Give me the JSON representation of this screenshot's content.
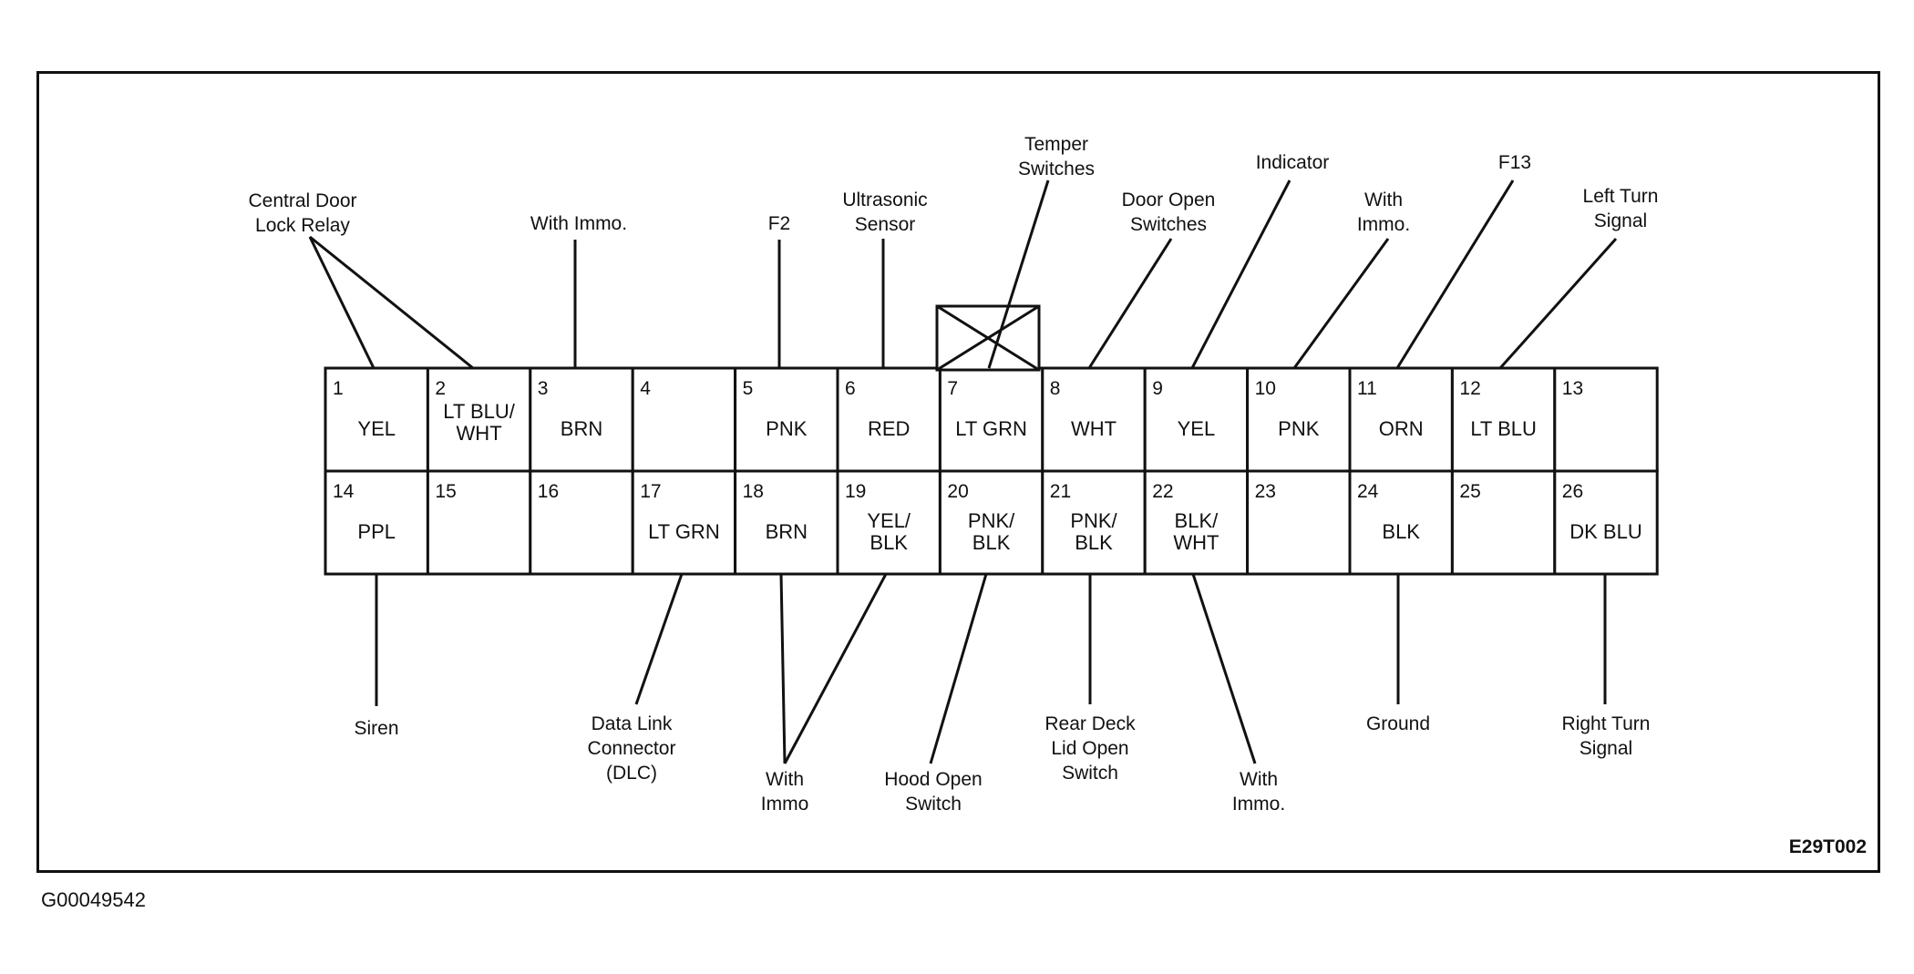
{
  "figure_code": "E29T002",
  "image_id": "G00049542",
  "pins": [
    {
      "num": "1",
      "wire": [
        "YEL"
      ]
    },
    {
      "num": "2",
      "wire": [
        "LT BLU/",
        "WHT"
      ]
    },
    {
      "num": "3",
      "wire": [
        "BRN"
      ]
    },
    {
      "num": "4",
      "wire": []
    },
    {
      "num": "5",
      "wire": [
        "PNK"
      ]
    },
    {
      "num": "6",
      "wire": [
        "RED"
      ]
    },
    {
      "num": "7",
      "wire": [
        "LT GRN"
      ]
    },
    {
      "num": "8",
      "wire": [
        "WHT"
      ]
    },
    {
      "num": "9",
      "wire": [
        "YEL"
      ]
    },
    {
      "num": "10",
      "wire": [
        "PNK"
      ]
    },
    {
      "num": "11",
      "wire": [
        "ORN"
      ]
    },
    {
      "num": "12",
      "wire": [
        "LT BLU"
      ]
    },
    {
      "num": "13",
      "wire": []
    },
    {
      "num": "14",
      "wire": [
        "PPL"
      ]
    },
    {
      "num": "15",
      "wire": []
    },
    {
      "num": "16",
      "wire": []
    },
    {
      "num": "17",
      "wire": [
        "LT GRN"
      ]
    },
    {
      "num": "18",
      "wire": [
        "BRN"
      ]
    },
    {
      "num": "19",
      "wire": [
        "YEL/",
        "BLK"
      ]
    },
    {
      "num": "20",
      "wire": [
        "PNK/",
        "BLK"
      ]
    },
    {
      "num": "21",
      "wire": [
        "PNK/",
        "BLK"
      ]
    },
    {
      "num": "22",
      "wire": [
        "BLK/",
        "WHT"
      ]
    },
    {
      "num": "23",
      "wire": []
    },
    {
      "num": "24",
      "wire": [
        "BLK"
      ]
    },
    {
      "num": "25",
      "wire": []
    },
    {
      "num": "26",
      "wire": [
        "DK BLU"
      ]
    }
  ],
  "callouts": [
    {
      "id": "central-door-lock-relay",
      "lines": [
        "Central Door",
        "Lock Relay"
      ],
      "pins": [
        "1",
        "2"
      ]
    },
    {
      "id": "with-immo-3",
      "lines": [
        "With Immo."
      ],
      "pins": [
        "3"
      ]
    },
    {
      "id": "f2",
      "lines": [
        "F2"
      ],
      "pins": [
        "5"
      ]
    },
    {
      "id": "ultrasonic-sensor",
      "lines": [
        "Ultrasonic",
        "Sensor"
      ],
      "pins": [
        "6"
      ]
    },
    {
      "id": "temper-switches",
      "lines": [
        "Temper",
        "Switches"
      ],
      "pins": [
        "7"
      ]
    },
    {
      "id": "door-open-switches",
      "lines": [
        "Door Open",
        "Switches"
      ],
      "pins": [
        "8"
      ]
    },
    {
      "id": "indicator",
      "lines": [
        "Indicator"
      ],
      "pins": [
        "9"
      ]
    },
    {
      "id": "with-immo-10",
      "lines": [
        "With",
        "Immo."
      ],
      "pins": [
        "10"
      ]
    },
    {
      "id": "f13",
      "lines": [
        "F13"
      ],
      "pins": [
        "11"
      ]
    },
    {
      "id": "left-turn-signal",
      "lines": [
        "Left Turn",
        "Signal"
      ],
      "pins": [
        "12"
      ]
    },
    {
      "id": "siren",
      "lines": [
        "Siren"
      ],
      "pins": [
        "14"
      ]
    },
    {
      "id": "data-link-connector",
      "lines": [
        "Data Link",
        "Connector",
        "(DLC)"
      ],
      "pins": [
        "17"
      ]
    },
    {
      "id": "with-immo-18-19",
      "lines": [
        "With",
        "Immo"
      ],
      "pins": [
        "18",
        "19"
      ]
    },
    {
      "id": "hood-open-switch",
      "lines": [
        "Hood Open",
        "Switch"
      ],
      "pins": [
        "20"
      ]
    },
    {
      "id": "rear-deck-lid-open-switch",
      "lines": [
        "Rear Deck",
        "Lid Open",
        "Switch"
      ],
      "pins": [
        "21"
      ]
    },
    {
      "id": "with-immo-22",
      "lines": [
        "With",
        "Immo."
      ],
      "pins": [
        "22"
      ]
    },
    {
      "id": "ground",
      "lines": [
        "Ground"
      ],
      "pins": [
        "24"
      ]
    },
    {
      "id": "right-turn-signal",
      "lines": [
        "Right Turn",
        "Signal"
      ],
      "pins": [
        "26"
      ]
    }
  ]
}
